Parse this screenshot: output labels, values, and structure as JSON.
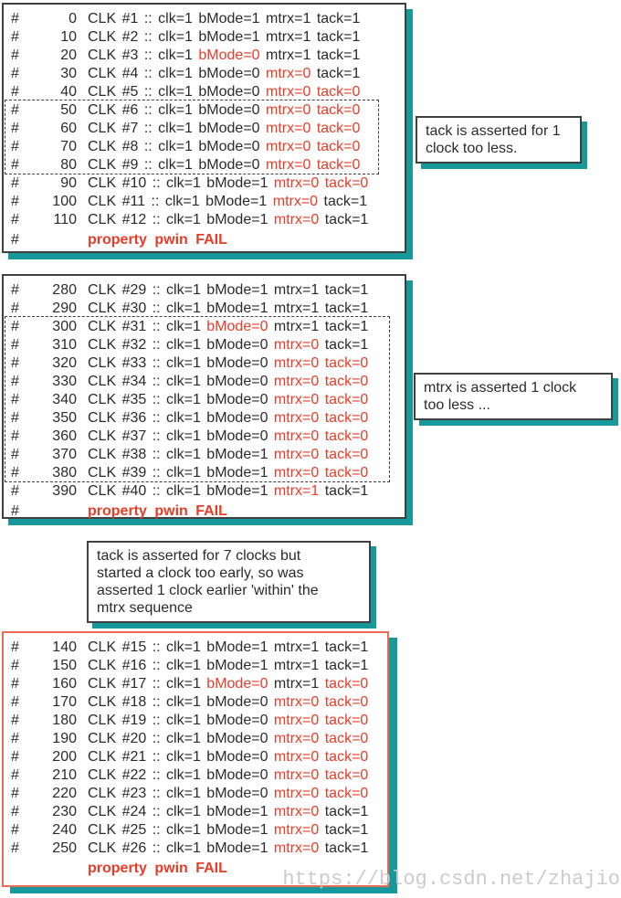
{
  "colors": {
    "shadow_teal": "#17999c",
    "alert_red": "#e73c27",
    "fail_panel_border": "#ec6a50",
    "text_ink": "#2a2a2a",
    "watermark_gray": "#cbcbcb"
  },
  "watermark": "https://blog.csdn.net/zhajio",
  "callouts": [
    {
      "id": "tack-too-short-note",
      "text": "tack is asserted for 1\nclock too less."
    },
    {
      "id": "mtrx-too-short-note",
      "text": "mtrx is asserted 1 clock\ntoo less ..."
    },
    {
      "id": "tack-too-early-note",
      "text": "tack is asserted for 7 clocks but\nstarted a clock too early, so was\nasserted 1 clock earlier 'within' the\nmtrx sequence"
    }
  ],
  "panels": [
    {
      "line_prefix": "#",
      "separator": "::",
      "fail": {
        "prefix": "#",
        "text": "property pwin FAIL"
      },
      "dashed": {
        "from": 5,
        "to": 8
      },
      "rows": [
        {
          "time": "0",
          "label": "CLK #1",
          "tokens": [
            {
              "text": "clk=1",
              "red": false
            },
            {
              "text": "bMode=1",
              "red": false
            },
            {
              "text": "mtrx=1",
              "red": false
            },
            {
              "text": "tack=1",
              "red": false
            }
          ]
        },
        {
          "time": "10",
          "label": "CLK #2",
          "tokens": [
            {
              "text": "clk=1",
              "red": false
            },
            {
              "text": "bMode=1",
              "red": false
            },
            {
              "text": "mtrx=1",
              "red": false
            },
            {
              "text": "tack=1",
              "red": false
            }
          ]
        },
        {
          "time": "20",
          "label": "CLK #3",
          "tokens": [
            {
              "text": "clk=1",
              "red": false
            },
            {
              "text": "bMode=0",
              "red": true
            },
            {
              "text": "mtrx=1",
              "red": false
            },
            {
              "text": "tack=1",
              "red": false
            }
          ]
        },
        {
          "time": "30",
          "label": "CLK #4",
          "tokens": [
            {
              "text": "clk=1",
              "red": false
            },
            {
              "text": "bMode=0",
              "red": false
            },
            {
              "text": "mtrx=0",
              "red": true
            },
            {
              "text": "tack=1",
              "red": false
            }
          ]
        },
        {
          "time": "40",
          "label": "CLK #5",
          "tokens": [
            {
              "text": "clk=1",
              "red": false
            },
            {
              "text": "bMode=0",
              "red": false
            },
            {
              "text": "mtrx=0",
              "red": true
            },
            {
              "text": "tack=0",
              "red": true
            }
          ]
        },
        {
          "time": "50",
          "label": "CLK #6",
          "tokens": [
            {
              "text": "clk=1",
              "red": false
            },
            {
              "text": "bMode=0",
              "red": false
            },
            {
              "text": "mtrx=0",
              "red": true
            },
            {
              "text": "tack=0",
              "red": true
            }
          ]
        },
        {
          "time": "60",
          "label": "CLK #7",
          "tokens": [
            {
              "text": "clk=1",
              "red": false
            },
            {
              "text": "bMode=0",
              "red": false
            },
            {
              "text": "mtrx=0",
              "red": true
            },
            {
              "text": "tack=0",
              "red": true
            }
          ]
        },
        {
          "time": "70",
          "label": "CLK #8",
          "tokens": [
            {
              "text": "clk=1",
              "red": false
            },
            {
              "text": "bMode=0",
              "red": false
            },
            {
              "text": "mtrx=0",
              "red": true
            },
            {
              "text": "tack=0",
              "red": true
            }
          ]
        },
        {
          "time": "80",
          "label": "CLK #9",
          "tokens": [
            {
              "text": "clk=1",
              "red": false
            },
            {
              "text": "bMode=0",
              "red": false
            },
            {
              "text": "mtrx=0",
              "red": true
            },
            {
              "text": "tack=0",
              "red": true
            }
          ]
        },
        {
          "time": "90",
          "label": "CLK #10",
          "tokens": [
            {
              "text": "clk=1",
              "red": false
            },
            {
              "text": "bMode=1",
              "red": false
            },
            {
              "text": "mtrx=0",
              "red": true
            },
            {
              "text": "tack=0",
              "red": true
            }
          ]
        },
        {
          "time": "100",
          "label": "CLK #11",
          "tokens": [
            {
              "text": "clk=1",
              "red": false
            },
            {
              "text": "bMode=1",
              "red": false
            },
            {
              "text": "mtrx=0",
              "red": true
            },
            {
              "text": "tack=1",
              "red": false
            }
          ]
        },
        {
          "time": "110",
          "label": "CLK #12",
          "tokens": [
            {
              "text": "clk=1",
              "red": false
            },
            {
              "text": "bMode=1",
              "red": false
            },
            {
              "text": "mtrx=0",
              "red": true
            },
            {
              "text": "tack=1",
              "red": false
            }
          ]
        }
      ]
    },
    {
      "line_prefix": "#",
      "separator": "::",
      "fail": {
        "prefix": "#",
        "text": "property pwin FAIL"
      },
      "dashed": {
        "from": 2,
        "to": 10
      },
      "rows": [
        {
          "time": "280",
          "label": "CLK #29",
          "tokens": [
            {
              "text": "clk=1",
              "red": false
            },
            {
              "text": "bMode=1",
              "red": false
            },
            {
              "text": "mtrx=1",
              "red": false
            },
            {
              "text": "tack=1",
              "red": false
            }
          ]
        },
        {
          "time": "290",
          "label": "CLK #30",
          "tokens": [
            {
              "text": "clk=1",
              "red": false
            },
            {
              "text": "bMode=1",
              "red": false
            },
            {
              "text": "mtrx=1",
              "red": false
            },
            {
              "text": "tack=1",
              "red": false
            }
          ]
        },
        {
          "time": "300",
          "label": "CLK #31",
          "tokens": [
            {
              "text": "clk=1",
              "red": false
            },
            {
              "text": "bMode=0",
              "red": true
            },
            {
              "text": "mtrx=1",
              "red": false
            },
            {
              "text": "tack=1",
              "red": false
            }
          ]
        },
        {
          "time": "310",
          "label": "CLK #32",
          "tokens": [
            {
              "text": "clk=1",
              "red": false
            },
            {
              "text": "bMode=0",
              "red": false
            },
            {
              "text": "mtrx=0",
              "red": true
            },
            {
              "text": "tack=1",
              "red": false
            }
          ]
        },
        {
          "time": "320",
          "label": "CLK #33",
          "tokens": [
            {
              "text": "clk=1",
              "red": false
            },
            {
              "text": "bMode=0",
              "red": false
            },
            {
              "text": "mtrx=0",
              "red": true
            },
            {
              "text": "tack=0",
              "red": true
            }
          ]
        },
        {
          "time": "330",
          "label": "CLK #34",
          "tokens": [
            {
              "text": "clk=1",
              "red": false
            },
            {
              "text": "bMode=0",
              "red": false
            },
            {
              "text": "mtrx=0",
              "red": true
            },
            {
              "text": "tack=0",
              "red": true
            }
          ]
        },
        {
          "time": "340",
          "label": "CLK #35",
          "tokens": [
            {
              "text": "clk=1",
              "red": false
            },
            {
              "text": "bMode=0",
              "red": false
            },
            {
              "text": "mtrx=0",
              "red": true
            },
            {
              "text": "tack=0",
              "red": true
            }
          ]
        },
        {
          "time": "350",
          "label": "CLK #36",
          "tokens": [
            {
              "text": "clk=1",
              "red": false
            },
            {
              "text": "bMode=0",
              "red": false
            },
            {
              "text": "mtrx=0",
              "red": true
            },
            {
              "text": "tack=0",
              "red": true
            }
          ]
        },
        {
          "time": "360",
          "label": "CLK #37",
          "tokens": [
            {
              "text": "clk=1",
              "red": false
            },
            {
              "text": "bMode=0",
              "red": false
            },
            {
              "text": "mtrx=0",
              "red": true
            },
            {
              "text": "tack=0",
              "red": true
            }
          ]
        },
        {
          "time": "370",
          "label": "CLK #38",
          "tokens": [
            {
              "text": "clk=1",
              "red": false
            },
            {
              "text": "bMode=1",
              "red": false
            },
            {
              "text": "mtrx=0",
              "red": true
            },
            {
              "text": "tack=0",
              "red": true
            }
          ]
        },
        {
          "time": "380",
          "label": "CLK #39",
          "tokens": [
            {
              "text": "clk=1",
              "red": false
            },
            {
              "text": "bMode=1",
              "red": false
            },
            {
              "text": "mtrx=0",
              "red": true
            },
            {
              "text": "tack=0",
              "red": true
            }
          ]
        },
        {
          "time": "390",
          "label": "CLK #40",
          "tokens": [
            {
              "text": "clk=1",
              "red": false
            },
            {
              "text": "bMode=1",
              "red": false
            },
            {
              "text": "mtrx=1",
              "red": true
            },
            {
              "text": "tack=1",
              "red": false
            }
          ]
        }
      ]
    },
    {
      "line_prefix": "#",
      "separator": "::",
      "fail": {
        "prefix": "",
        "text": "property pwin FAIL"
      },
      "dashed": null,
      "rows": [
        {
          "time": "140",
          "label": "CLK #15",
          "tokens": [
            {
              "text": "clk=1",
              "red": false
            },
            {
              "text": "bMode=1",
              "red": false
            },
            {
              "text": "mtrx=1",
              "red": false
            },
            {
              "text": "tack=1",
              "red": false
            }
          ]
        },
        {
          "time": "150",
          "label": "CLK #16",
          "tokens": [
            {
              "text": "clk=1",
              "red": false
            },
            {
              "text": "bMode=1",
              "red": false
            },
            {
              "text": "mtrx=1",
              "red": false
            },
            {
              "text": "tack=1",
              "red": false
            }
          ]
        },
        {
          "time": "160",
          "label": "CLK #17",
          "tokens": [
            {
              "text": "clk=1",
              "red": false
            },
            {
              "text": "bMode=0",
              "red": true
            },
            {
              "text": "mtrx=1",
              "red": false
            },
            {
              "text": "tack=0",
              "red": true
            }
          ]
        },
        {
          "time": "170",
          "label": "CLK #18",
          "tokens": [
            {
              "text": "clk=1",
              "red": false
            },
            {
              "text": "bMode=0",
              "red": false
            },
            {
              "text": "mtrx=0",
              "red": true
            },
            {
              "text": "tack=0",
              "red": true
            }
          ]
        },
        {
          "time": "180",
          "label": "CLK #19",
          "tokens": [
            {
              "text": "clk=1",
              "red": false
            },
            {
              "text": "bMode=0",
              "red": false
            },
            {
              "text": "mtrx=0",
              "red": true
            },
            {
              "text": "tack=0",
              "red": true
            }
          ]
        },
        {
          "time": "190",
          "label": "CLK #20",
          "tokens": [
            {
              "text": "clk=1",
              "red": false
            },
            {
              "text": "bMode=0",
              "red": false
            },
            {
              "text": "mtrx=0",
              "red": true
            },
            {
              "text": "tack=0",
              "red": true
            }
          ]
        },
        {
          "time": "200",
          "label": "CLK #21",
          "tokens": [
            {
              "text": "clk=1",
              "red": false
            },
            {
              "text": "bMode=0",
              "red": false
            },
            {
              "text": "mtrx=0",
              "red": true
            },
            {
              "text": "tack=0",
              "red": true
            }
          ]
        },
        {
          "time": "210",
          "label": "CLK #22",
          "tokens": [
            {
              "text": "clk=1",
              "red": false
            },
            {
              "text": "bMode=0",
              "red": false
            },
            {
              "text": "mtrx=0",
              "red": true
            },
            {
              "text": "tack=0",
              "red": true
            }
          ]
        },
        {
          "time": "220",
          "label": "CLK #23",
          "tokens": [
            {
              "text": "clk=1",
              "red": false
            },
            {
              "text": "bMode=0",
              "red": false
            },
            {
              "text": "mtrx=0",
              "red": true
            },
            {
              "text": "tack=0",
              "red": true
            }
          ]
        },
        {
          "time": "230",
          "label": "CLK #24",
          "tokens": [
            {
              "text": "clk=1",
              "red": false
            },
            {
              "text": "bMode=1",
              "red": false
            },
            {
              "text": "mtrx=0",
              "red": true
            },
            {
              "text": "tack=1",
              "red": false
            }
          ]
        },
        {
          "time": "240",
          "label": "CLK #25",
          "tokens": [
            {
              "text": "clk=1",
              "red": false
            },
            {
              "text": "bMode=1",
              "red": false
            },
            {
              "text": "mtrx=0",
              "red": true
            },
            {
              "text": "tack=1",
              "red": false
            }
          ]
        },
        {
          "time": "250",
          "label": "CLK #26",
          "tokens": [
            {
              "text": "clk=1",
              "red": false
            },
            {
              "text": "bMode=1",
              "red": false
            },
            {
              "text": "mtrx=0",
              "red": true
            },
            {
              "text": "tack=1",
              "red": false
            }
          ]
        }
      ]
    }
  ]
}
